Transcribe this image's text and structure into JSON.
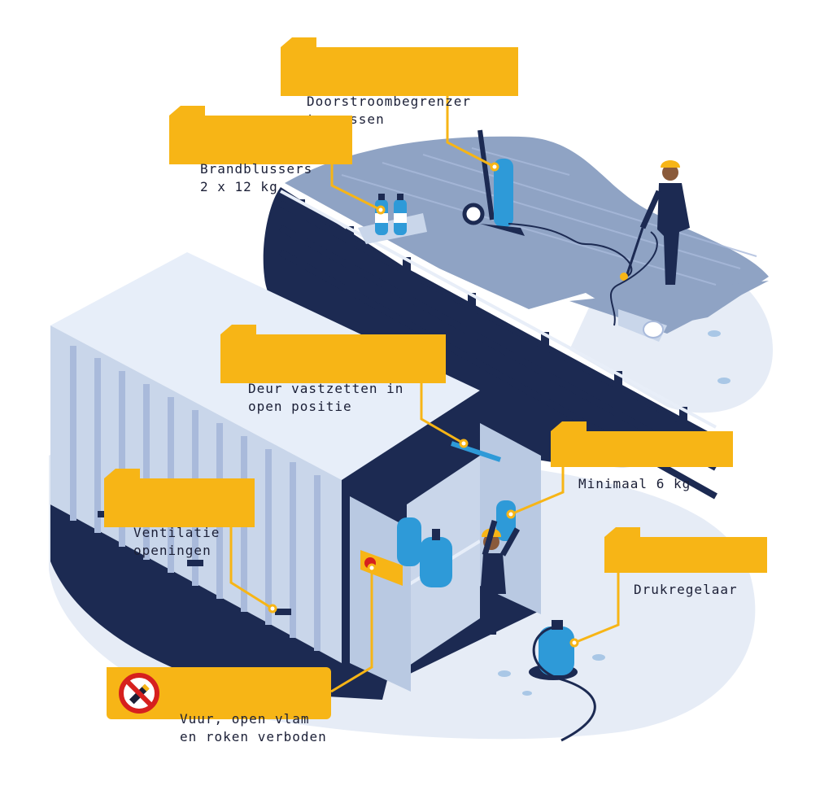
{
  "labels": {
    "flow_limiter": "Doorstroombegrenzer\ntoepassen",
    "extinguishers": "Brandblussers\n2 x 12 kg",
    "door_open": "Deur vastzetten in\nopen positie",
    "minimum": "Minimaal 6 kg",
    "ventilation": "Ventilatie\nopeningen",
    "regulator": "Drukregelaar",
    "no_fire": "Vuur, open vlam\nen roken verboden"
  },
  "icons": {
    "no_fire": "no-smoking-icon"
  },
  "colors": {
    "label_bg": "#f7b516",
    "navy": "#1c2a52",
    "roof": "#8fa3c4",
    "container": "#c9d6ea",
    "cylinder": "#2e9ad8",
    "ground": "#e6ecf6"
  }
}
